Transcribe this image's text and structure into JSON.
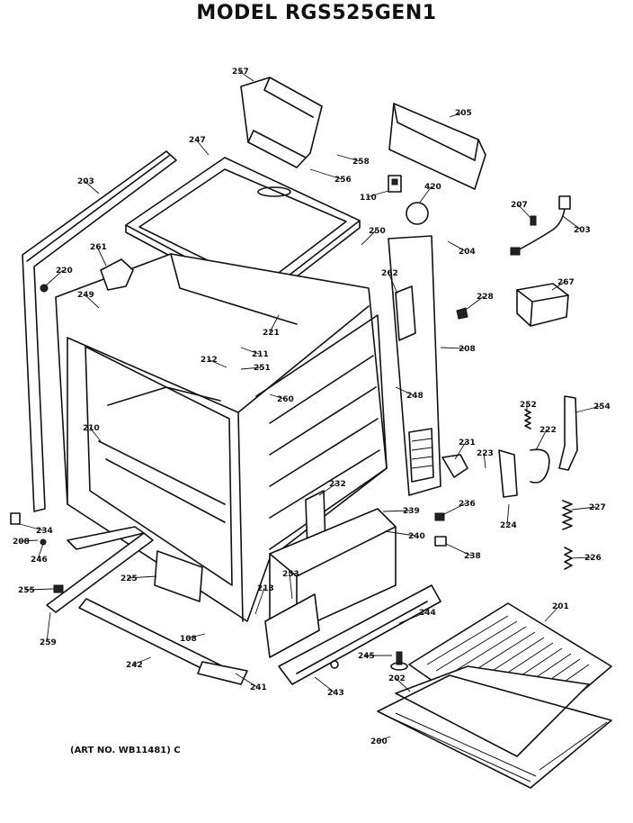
{
  "header": {
    "title": "MODEL RGS525GEN1"
  },
  "footer": {
    "art_no": "(ART NO. WB11481) C"
  },
  "callouts": [
    {
      "id": "257",
      "text": "257"
    },
    {
      "id": "205",
      "text": "205"
    },
    {
      "id": "247",
      "text": "247"
    },
    {
      "id": "258",
      "text": "258"
    },
    {
      "id": "256",
      "text": "256"
    },
    {
      "id": "203a",
      "text": "203"
    },
    {
      "id": "110",
      "text": "110"
    },
    {
      "id": "420",
      "text": "420"
    },
    {
      "id": "207",
      "text": "207"
    },
    {
      "id": "203b",
      "text": "203"
    },
    {
      "id": "261",
      "text": "261"
    },
    {
      "id": "250",
      "text": "250"
    },
    {
      "id": "204",
      "text": "204"
    },
    {
      "id": "220",
      "text": "220"
    },
    {
      "id": "262",
      "text": "262"
    },
    {
      "id": "267",
      "text": "267"
    },
    {
      "id": "249",
      "text": "249"
    },
    {
      "id": "228",
      "text": "228"
    },
    {
      "id": "221",
      "text": "221"
    },
    {
      "id": "211",
      "text": "211"
    },
    {
      "id": "212",
      "text": "212"
    },
    {
      "id": "251",
      "text": "251"
    },
    {
      "id": "208a",
      "text": "208"
    },
    {
      "id": "260",
      "text": "260"
    },
    {
      "id": "248",
      "text": "248"
    },
    {
      "id": "252",
      "text": "252"
    },
    {
      "id": "254",
      "text": "254"
    },
    {
      "id": "210",
      "text": "210"
    },
    {
      "id": "222",
      "text": "222"
    },
    {
      "id": "231",
      "text": "231"
    },
    {
      "id": "223",
      "text": "223"
    },
    {
      "id": "232",
      "text": "232"
    },
    {
      "id": "236",
      "text": "236"
    },
    {
      "id": "239",
      "text": "239"
    },
    {
      "id": "227",
      "text": "227"
    },
    {
      "id": "224",
      "text": "224"
    },
    {
      "id": "234",
      "text": "234"
    },
    {
      "id": "208b",
      "text": "208"
    },
    {
      "id": "246",
      "text": "246"
    },
    {
      "id": "240",
      "text": "240"
    },
    {
      "id": "238",
      "text": "238"
    },
    {
      "id": "226",
      "text": "226"
    },
    {
      "id": "225",
      "text": "225"
    },
    {
      "id": "253",
      "text": "253"
    },
    {
      "id": "255",
      "text": "255"
    },
    {
      "id": "213",
      "text": "213"
    },
    {
      "id": "244",
      "text": "244"
    },
    {
      "id": "201",
      "text": "201"
    },
    {
      "id": "259",
      "text": "259"
    },
    {
      "id": "108",
      "text": "108"
    },
    {
      "id": "245",
      "text": "245"
    },
    {
      "id": "242",
      "text": "242"
    },
    {
      "id": "202",
      "text": "202"
    },
    {
      "id": "241",
      "text": "241"
    },
    {
      "id": "243",
      "text": "243"
    },
    {
      "id": "200",
      "text": "200"
    }
  ]
}
